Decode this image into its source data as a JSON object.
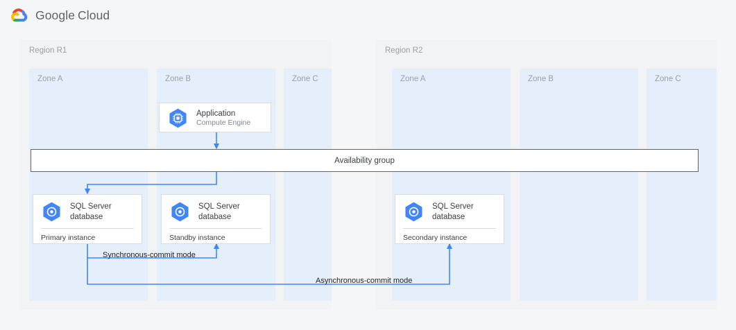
{
  "header": {
    "brand_google": "Google",
    "brand_cloud": "Cloud",
    "logo_icon": "google-cloud-logo-icon"
  },
  "colors": {
    "page_background": "#f5f6f7",
    "region_background": "#f1f3f4",
    "zone_background": "#e4effb",
    "card_background": "#ffffff",
    "card_border": "#dadce0",
    "availability_group_border": "#5f6368",
    "connector": "#4285f4",
    "icon_blue": "#4285f4",
    "muted_text": "#9aa0a6",
    "primary_text": "#3c4043",
    "logo_blue": "#4285f4",
    "logo_red": "#ea4335",
    "logo_yellow": "#fbbc04",
    "logo_green": "#34a853"
  },
  "regions": [
    {
      "label": "Region R1",
      "zones": [
        {
          "label": "Zone A"
        },
        {
          "label": "Zone B"
        },
        {
          "label": "Zone C"
        }
      ]
    },
    {
      "label": "Region R2",
      "zones": [
        {
          "label": "Zone A"
        },
        {
          "label": "Zone B"
        },
        {
          "label": "Zone C"
        }
      ]
    }
  ],
  "nodes": {
    "application": {
      "title": "Application",
      "subtitle": "Compute Engine",
      "icon": "compute-engine-icon"
    },
    "primary_db": {
      "title_line1": "SQL Server",
      "title_line2": "database",
      "footer": "Primary instance",
      "icon": "sql-server-database-icon"
    },
    "standby_db": {
      "title_line1": "SQL Server",
      "title_line2": "database",
      "footer": "Standby instance",
      "icon": "sql-server-database-icon"
    },
    "secondary_db": {
      "title_line1": "SQL Server",
      "title_line2": "database",
      "footer": "Secondary instance",
      "icon": "sql-server-database-icon"
    }
  },
  "availability_group": {
    "label": "Availability group"
  },
  "connectors": {
    "sync_label": "Synchronous-commit mode",
    "async_label": "Asynchronous-commit mode"
  }
}
